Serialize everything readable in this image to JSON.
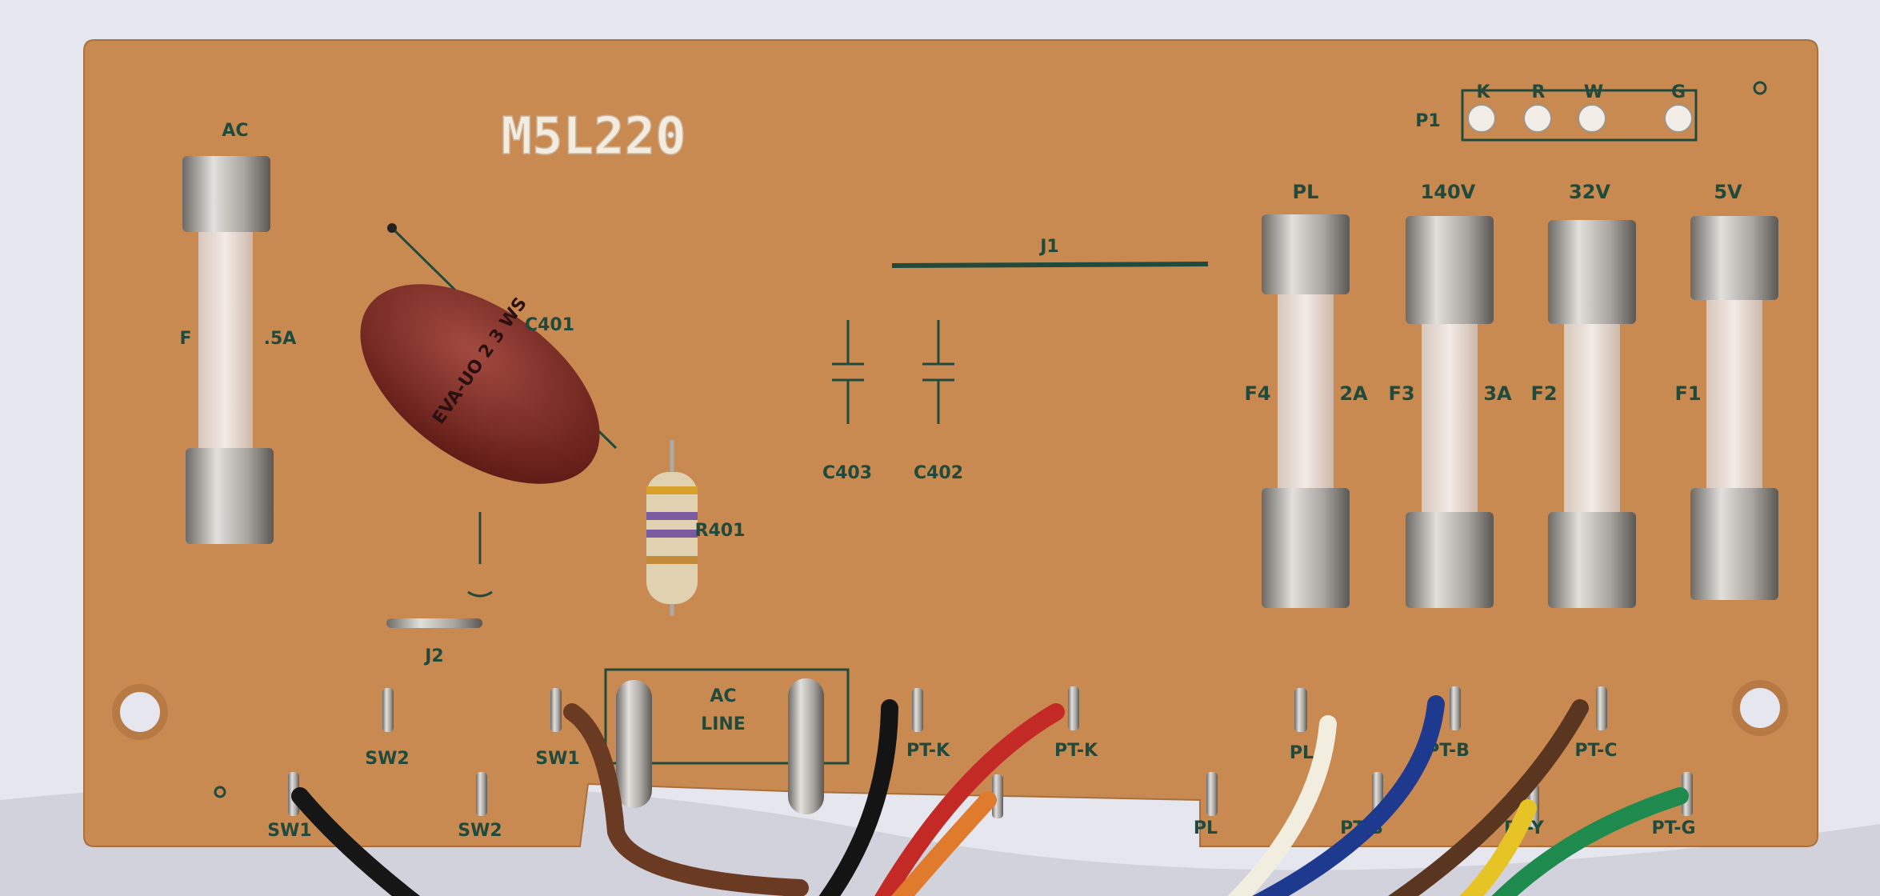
{
  "board": {
    "part_number": "M5L220",
    "colors": {
      "board": "#c98a52",
      "silkscreen": "#1f4a3c",
      "background": "#e6e6ee"
    }
  },
  "top_left": {
    "fuse_ac_label": "AC",
    "fuse_f5_ref": "F",
    "fuse_f5_rating": ".5A",
    "capacitor_ref": "C401",
    "capacitor_marking": "EVA-UO 2 3 WS",
    "resistor_ref": "R401",
    "jumper_j2": "J2",
    "jumper_j1": "J1",
    "cap_c403": "C403",
    "cap_c402": "C402"
  },
  "fuses": [
    {
      "group": "PL",
      "ref": "F4",
      "rating": "2A"
    },
    {
      "group": "140V",
      "ref": "F3",
      "rating": "3A"
    },
    {
      "group": "32V",
      "ref": "F2",
      "rating": ""
    },
    {
      "group": "5V",
      "ref": "F1",
      "rating": ""
    }
  ],
  "connector_p1": {
    "label": "P1",
    "pins": [
      "K",
      "R",
      "W",
      "G"
    ]
  },
  "terminals_top_row": [
    "SW2",
    "SW1",
    "PT-K",
    "PT-K",
    "PL",
    "PT-B",
    "PT-C"
  ],
  "terminals_bottom_row": [
    "SW1",
    "SW2",
    "PL",
    "PT-B",
    "PT-Y",
    "PT-G"
  ],
  "ac_line": {
    "line1": "AC",
    "line2": "LINE"
  }
}
